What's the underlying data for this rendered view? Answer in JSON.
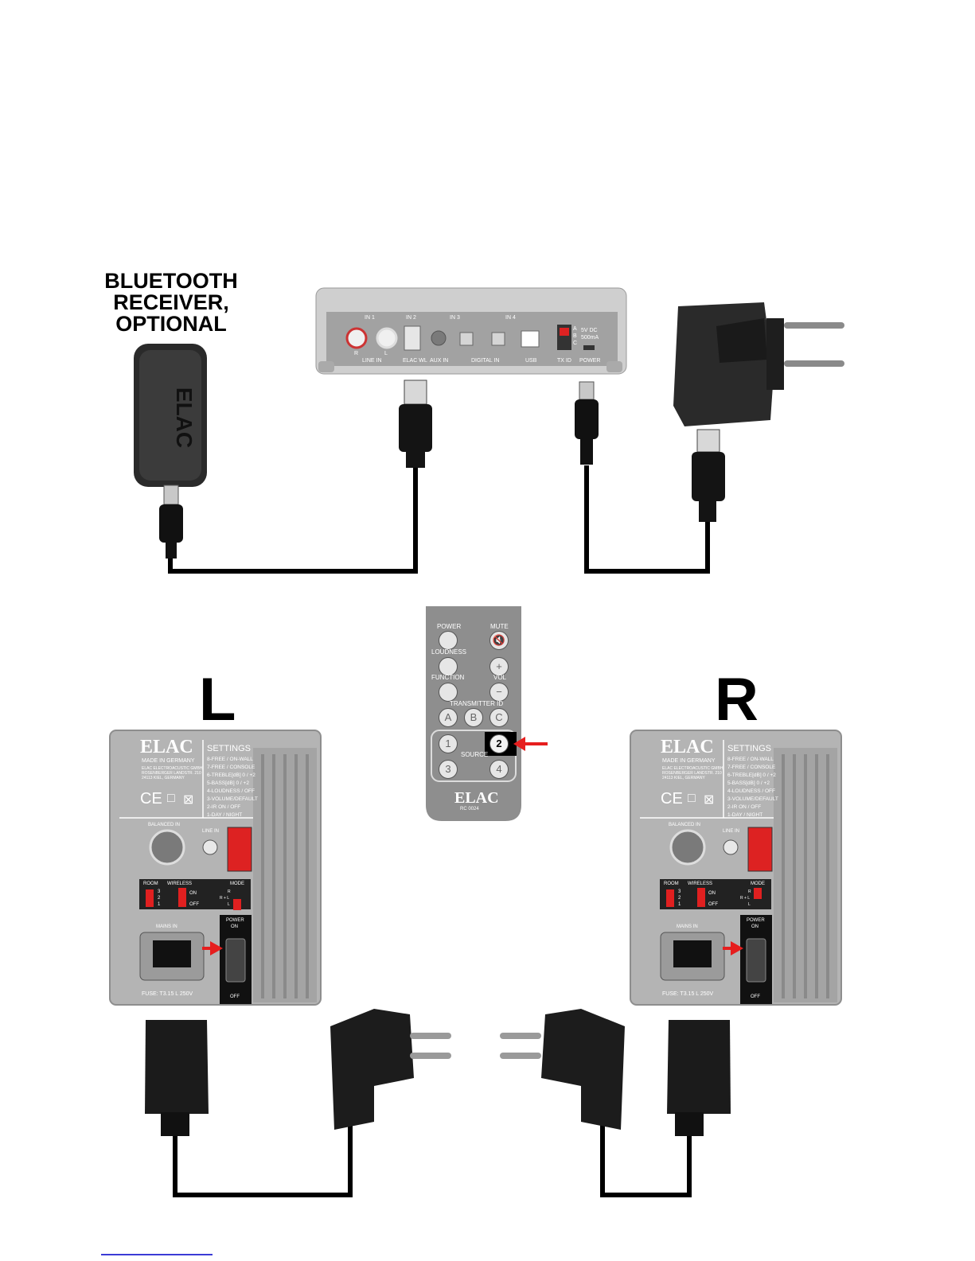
{
  "bluetooth_heading": [
    "BLUETOOTH",
    "RECEIVER,",
    "OPTIONAL"
  ],
  "left_label": "L",
  "right_label": "R",
  "dongle_logo": "ELAC",
  "hub": {
    "inputs": [
      "IN 1",
      "IN 2",
      "IN 3",
      "IN 4"
    ],
    "ports": [
      "LINE IN",
      "ELAC WL",
      "AUX IN",
      "DIGITAL IN",
      "USB",
      "TX ID",
      "POWER"
    ],
    "rl": [
      "R",
      "L"
    ],
    "txid_positions": [
      "A",
      "B",
      "C"
    ],
    "power_rating": [
      "5V DC",
      "500mA"
    ]
  },
  "remote": {
    "labels": {
      "power": "POWER",
      "mute": "MUTE",
      "loudness": "LOUDNESS",
      "function": "FUNCTION",
      "vol": "VOL",
      "transmitter_id": "TRANSMITTER ID",
      "source": "SOURCE"
    },
    "buttons": {
      "a": "A",
      "b": "B",
      "c": "C",
      "s1": "1",
      "s2": "2",
      "s3": "3",
      "s4": "4",
      "plus": "+",
      "minus": "−"
    },
    "logo": "ELAC",
    "model": "RC 0024"
  },
  "speaker": {
    "logo": "ELAC",
    "made_in": "MADE IN GERMANY",
    "address": [
      "ELAC ELECTROACUSTIC GMBH",
      "ROSENBERGER LANDSTR. 210",
      "24113 KIEL, GERMANY"
    ],
    "settings_title": "SETTINGS",
    "settings": [
      "8-FREE / ON-WALL",
      "7-FREE / CONSOLE",
      "6-TREBLE[dB] 0 / +2",
      "5-BASS[dB] 0 / +2",
      "4-LOUDNESS / OFF",
      "3-VOLUME/DEFAULT",
      "2-IR ON / OFF",
      "1-DAY / NIGHT"
    ],
    "cert_marks": [
      "CE",
      "□",
      "⊠"
    ],
    "balanced_in": "BALANCED IN",
    "line_in": "LINE IN",
    "room": "ROOM",
    "room_positions": [
      "3",
      "2",
      "1"
    ],
    "wireless": "WIRELESS",
    "wireless_positions": [
      "ON",
      "OFF"
    ],
    "mode": "MODE",
    "mode_positions": [
      "R",
      "R + L",
      "L"
    ],
    "mains_in": "MAINS IN",
    "power_on": [
      "POWER",
      "ON"
    ],
    "off": "OFF",
    "fuse": "FUSE: T3.15 L 250V"
  },
  "colors": {
    "cable": "#000000",
    "arrow": "#e61e1e",
    "plate": "#b0b0b0",
    "switch_red": "#e02020"
  }
}
